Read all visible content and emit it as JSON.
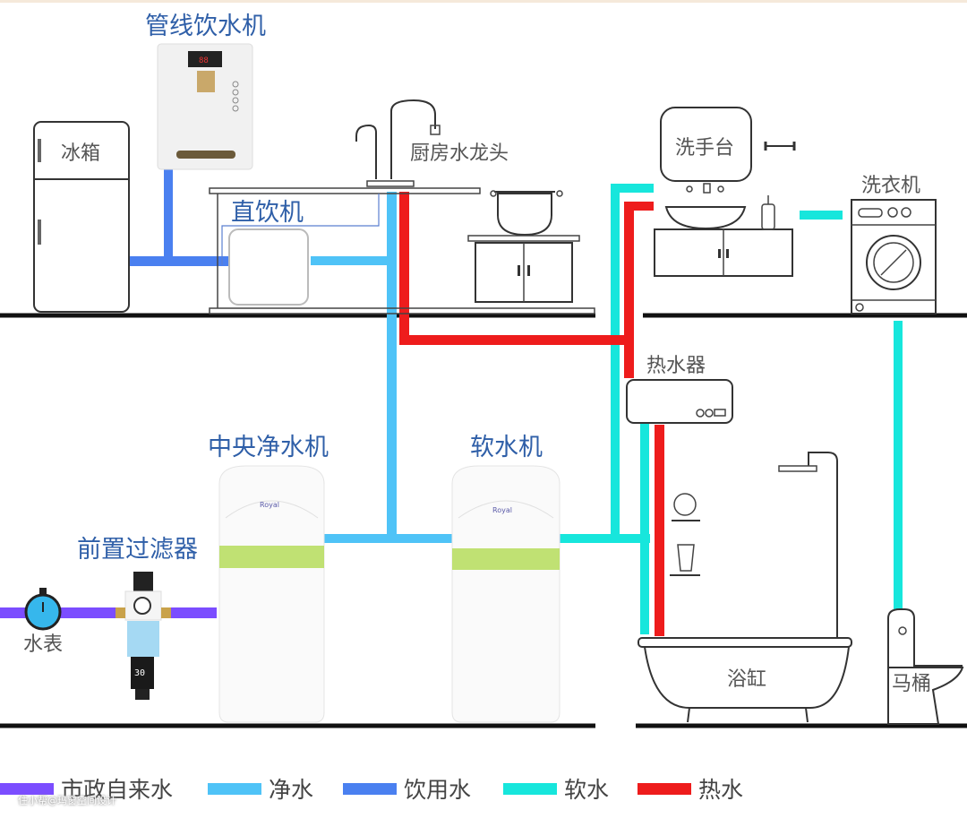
{
  "title": "全屋水路系统示意图",
  "labels": {
    "pipeline_dispenser": "管线饮水机",
    "fridge": "冰箱",
    "kitchen_faucet": "厨房水龙头",
    "direct_drinker": "直饮机",
    "washbasin": "洗手台",
    "washing_machine": "洗衣机",
    "water_heater": "热水器",
    "central_purifier": "中央净水机",
    "softener": "软水机",
    "prefilter": "前置过滤器",
    "water_meter": "水表",
    "bathtub": "浴缸",
    "toilet": "马桶",
    "prefilter_display": "30"
  },
  "legend": [
    {
      "key": "municipal",
      "label": "市政自来水",
      "color": "#7b4dff"
    },
    {
      "key": "purified",
      "label": "净水",
      "color": "#4fc3f7"
    },
    {
      "key": "drinking",
      "label": "饮用水",
      "color": "#4a80f0"
    },
    {
      "key": "soft",
      "label": "软水",
      "color": "#17e6dc"
    },
    {
      "key": "hot",
      "label": "热水",
      "color": "#ee1c1c"
    }
  ],
  "colors": {
    "municipal": "#7b4dff",
    "purified": "#4fc3f7",
    "drinking": "#4a80f0",
    "soft": "#17e6dc",
    "hot": "#ee1c1c",
    "label_blue": "#2f5fa8",
    "band_green": "#b5dc5a"
  },
  "watermark": "住小帮@玛窗空间设计"
}
